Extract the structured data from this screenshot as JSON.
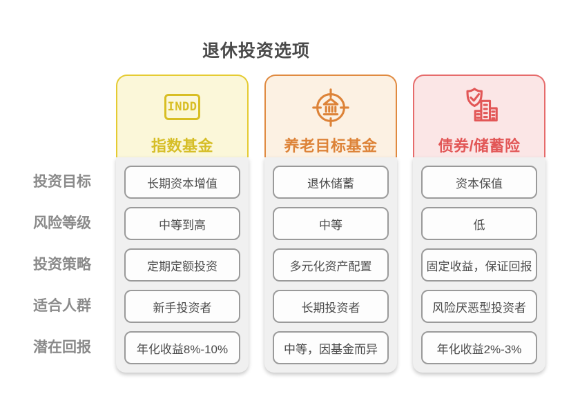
{
  "page": {
    "title": "退休投资选项"
  },
  "rows": [
    {
      "label": "投资目标"
    },
    {
      "label": "风险等级"
    },
    {
      "label": "投资策略"
    },
    {
      "label": "适合人群"
    },
    {
      "label": "潜在回报"
    }
  ],
  "columns": [
    {
      "id": "index-fund",
      "title": "指数基金",
      "icon": "indd-file-badge-icon",
      "icon_text": "INDD",
      "colors": {
        "border": "#e5cb32",
        "background": "#fbf7d9",
        "text": "#d6be27"
      },
      "cells": [
        "长期资本增值",
        "中等到高",
        "定期定额投资",
        "新手投资者",
        "年化收益8%-10%"
      ]
    },
    {
      "id": "target-retirement-fund",
      "title": "养老目标基金",
      "icon": "bank-target-icon",
      "colors": {
        "border": "#e08a40",
        "background": "#fcf1e3",
        "text": "#dd8338"
      },
      "cells": [
        "退休储蓄",
        "中等",
        "多元化资产配置",
        "长期投资者",
        "中等，因基金而异"
      ]
    },
    {
      "id": "bond-savings-insurance",
      "title": "债券/储蓄险",
      "icon": "shield-check-buildings-icon",
      "colors": {
        "border": "#e66b6b",
        "background": "#fbe6e6",
        "text": "#e25757"
      },
      "cells": [
        "资本保值",
        "低",
        "固定收益，保证回报",
        "风险厌恶型投资者",
        "年化收益2%-3%"
      ]
    }
  ]
}
